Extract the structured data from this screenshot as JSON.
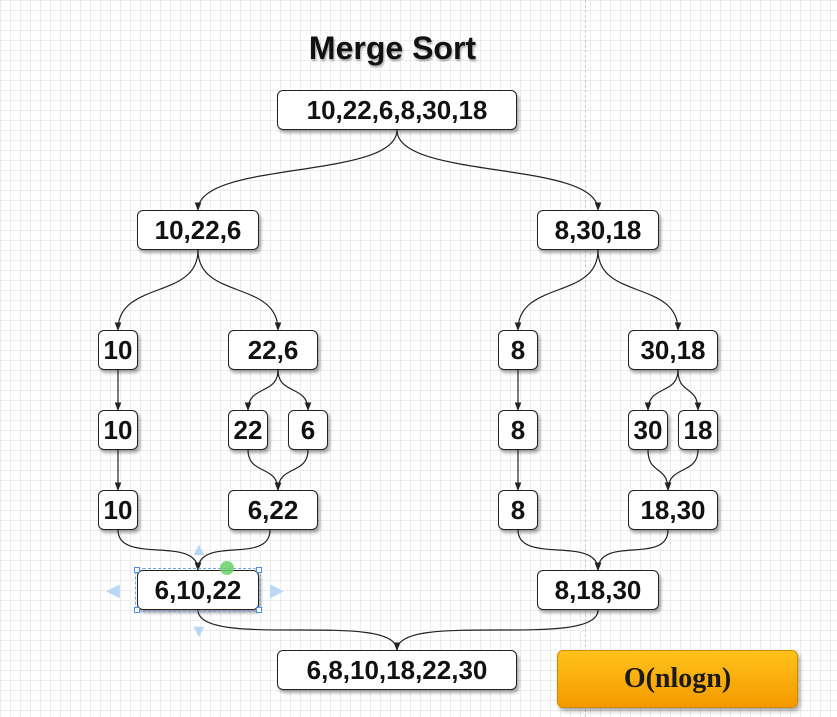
{
  "title": "Merge Sort",
  "nodes": {
    "root": "10,22,6,8,30,18",
    "left_half": "10,22,6",
    "right_half": "8,30,18",
    "l_10_a": "10",
    "l_22_6": "22,6",
    "r_8_a": "8",
    "r_30_18": "30,18",
    "l_10_b": "10",
    "l_22": "22",
    "l_6": "6",
    "r_8_b": "8",
    "r_30": "30",
    "r_18": "18",
    "l_10_c": "10",
    "l_6_22": "6,22",
    "r_8_c": "8",
    "r_18_30": "18,30",
    "left_merged": "6,10,22",
    "right_merged": "8,18,30",
    "result": "6,8,10,18,22,30"
  },
  "complexity": "O(nlogn)",
  "colors": {
    "accent": "#f7a800",
    "edge": "#222222",
    "selection": "#4a90e2"
  }
}
